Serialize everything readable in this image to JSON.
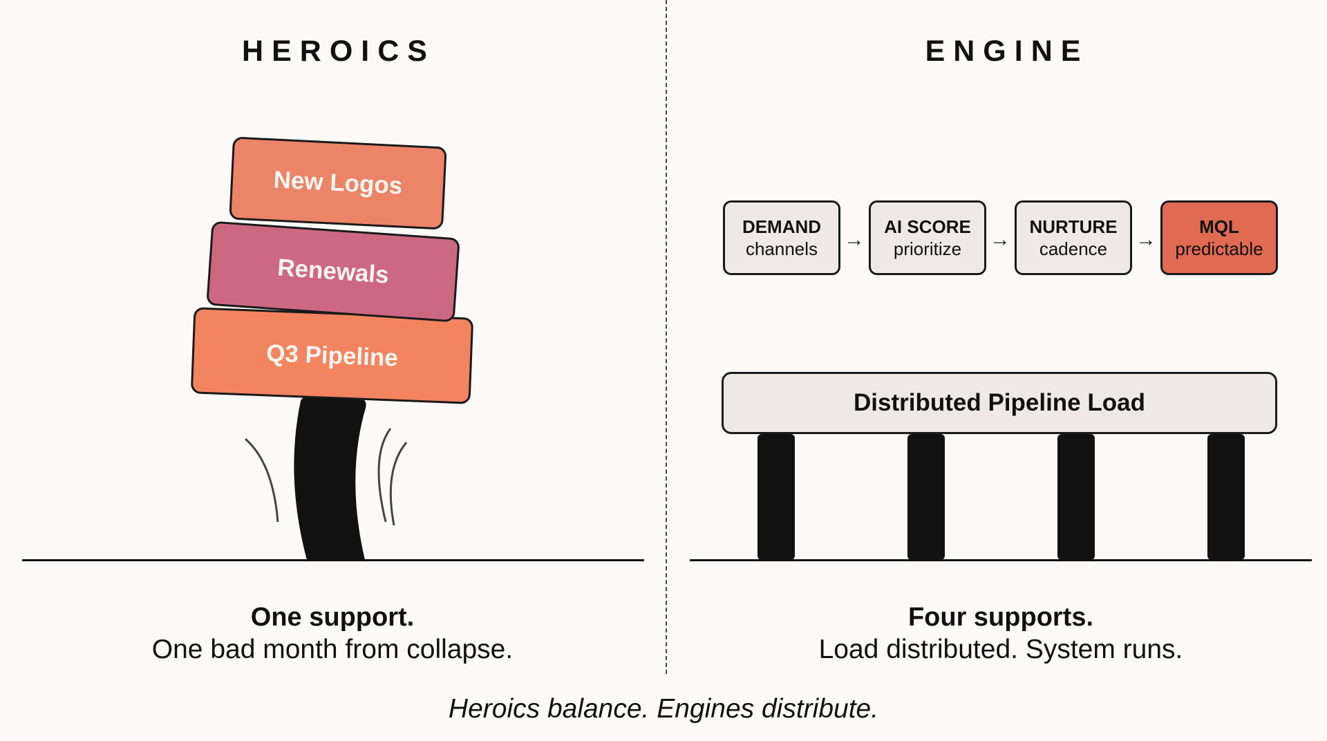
{
  "left": {
    "title": "HEROICS",
    "blocks": {
      "top": "New Logos",
      "middle": "Renewals",
      "bottom": "Q3 Pipeline"
    },
    "caption_bold": "One support.",
    "caption": "One bad month from collapse."
  },
  "right": {
    "title": "ENGINE",
    "stages": [
      {
        "title": "DEMAND",
        "subtitle": "channels"
      },
      {
        "title": "AI SCORE",
        "subtitle": "prioritize"
      },
      {
        "title": "NURTURE",
        "subtitle": "cadence"
      },
      {
        "title": "MQL",
        "subtitle": "predictable"
      }
    ],
    "load_label": "Distributed Pipeline Load",
    "caption_bold": "Four supports.",
    "caption": "Load distributed. System runs."
  },
  "footer": "Heroics balance. Engines distribute.",
  "colors": {
    "new_logos": "#ec8468",
    "renewals": "#cd6882",
    "q3_pipeline": "#f28460",
    "mql_accent": "#e06a52",
    "stage_bg": "#efe9e6"
  }
}
